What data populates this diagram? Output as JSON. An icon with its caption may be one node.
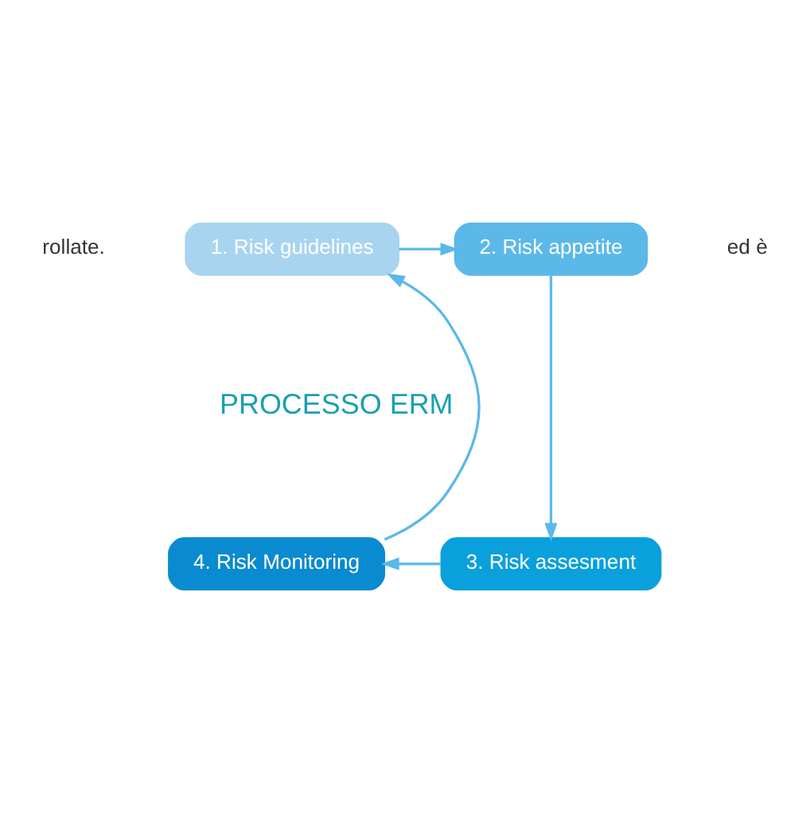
{
  "diagram": {
    "nodes": [
      {
        "text": [
          "PROCESSO ERM"
        ]
      },
      {
        "text": [
          "1. Risk guidelines"
        ]
      },
      {
        "text": [
          "2. Risk appetite"
        ]
      },
      {
        "text": [
          "3. Risk assesment"
        ]
      },
      {
        "text": [
          "4. Risk Monitoring"
        ]
      }
    ],
    "edges": [
      {
        "from": 1,
        "to": 2,
        "arrow": "to"
      },
      {
        "from": 2,
        "to": 3,
        "arrow": "to"
      },
      {
        "from": 3,
        "to": 4,
        "arrow": "to"
      },
      {
        "from": 4,
        "to": 1,
        "arrow": "to"
      }
    ],
    "labels": [
      "rollate.",
      "ed è"
    ]
  }
}
